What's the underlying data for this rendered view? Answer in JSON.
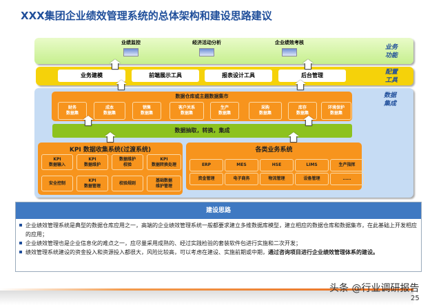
{
  "title": "XXX集团企业绩效管理系统的总体架构和建设思路建议",
  "layers": {
    "business": {
      "label": "业务功能",
      "items": [
        "业绩监控",
        "经济活动分析",
        "企业绩效考核"
      ]
    },
    "config": {
      "label": "配置工具",
      "items": [
        "业务建模",
        "前端展示工具",
        "报表设计工具",
        "后台管理"
      ]
    },
    "integration": {
      "label": "数据集成",
      "warehouse": {
        "title": "数据仓库或主题数据集市",
        "items": [
          "财务\n数据集",
          "成本\n数据集",
          "销售\n数据集",
          "客户关系\n数据集",
          "生产\n数据集",
          "采购\n数据集",
          "库存\n数据集",
          "环境保护\n数据集"
        ]
      },
      "etl": "数据抽取，转换，集成",
      "kpi": {
        "title": "KPI 数据收集系统(过渡系统)",
        "items": [
          "KPI\n数据输入",
          "KPI\n数据维护",
          "数据维护\n校验",
          "KPI\n数据转换处理",
          "安全控制",
          "KPI\n数据管理",
          "校验规则",
          "基础数据\n维护管理"
        ]
      },
      "systems": {
        "title": "各类业务系统",
        "items": [
          "ERP",
          "MES",
          "HSE",
          "LIMS",
          "生产指挥",
          "资金管理",
          "电子商务",
          "物流管理",
          "设备管理",
          "……"
        ]
      }
    }
  },
  "ideas": {
    "title": "建设思路",
    "bullets": [
      {
        "text": "企业绩效管理系统是典型的数据仓库应用之一，高端的企业绩效管理系统一般都要求建立多维数据库模型，建立相应的数据仓库和数据集市，在此基础上开发相应的应用；",
        "bold": ""
      },
      {
        "text": "企业绩效管理也是企业信息化的难点之一，应尽量采用成熟的、经过实践检验的套装软件包进行实施和二次开发；",
        "bold": ""
      },
      {
        "text": "绩效管理系统建设的资金投入和资源投入都很大，风险比较高，可以考虑在建设、实施前期或中期，",
        "bold": "通过咨询项目进行企业绩效管理体系的建设。"
      }
    ]
  },
  "watermark": "头条 @行业调研报告",
  "page_number": "25"
}
